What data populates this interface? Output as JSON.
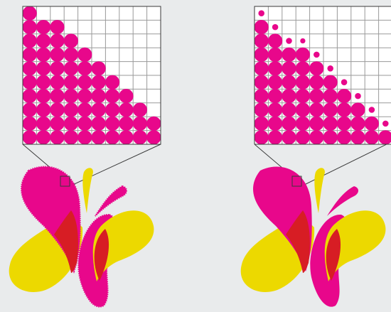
{
  "colors": {
    "background": "#e9ebec",
    "magenta": "#e8078b",
    "yellow": "#ecd900",
    "overlap_red": "#d71d24",
    "grid_line": "#9a9a9a",
    "frame_line": "#3a3a3a"
  },
  "panels": [
    {
      "id": "left",
      "description_key": "uniform-dots",
      "grid": {
        "rows": 10,
        "cols": 10,
        "dots_per_row": [
          1,
          3,
          4,
          5,
          6,
          7,
          8,
          9,
          10,
          10
        ],
        "small_dots_per_row": [
          0,
          0,
          0,
          0,
          0,
          0,
          0,
          0,
          0,
          0
        ]
      }
    },
    {
      "id": "right",
      "description_key": "graduated-dots",
      "grid": {
        "rows": 10,
        "cols": 10,
        "dots_per_row": [
          0,
          1,
          2,
          4,
          5,
          6,
          7,
          8,
          9,
          10
        ],
        "small_dots_per_row": [
          1,
          1,
          2,
          1,
          1,
          1,
          1,
          1,
          1,
          0
        ]
      }
    }
  ]
}
